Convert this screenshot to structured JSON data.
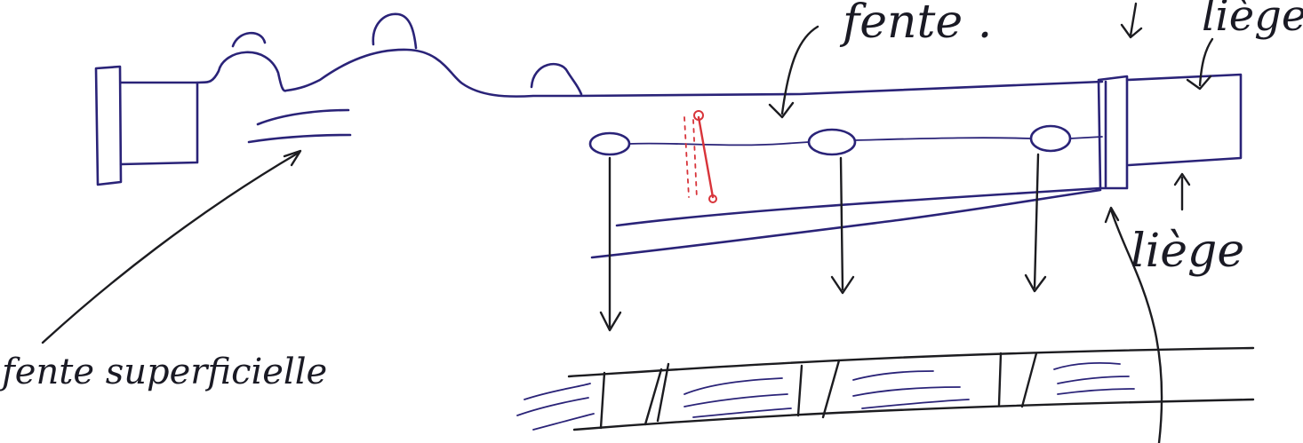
{
  "labels": {
    "fente": "fente .",
    "liege_top": "liège",
    "liege_right": "liège",
    "fente_superficielle": "fente superficielle"
  },
  "colors": {
    "ink": "#2a2378",
    "annotation_ink": "#1a1a24",
    "red_mark": "#d8343a"
  }
}
